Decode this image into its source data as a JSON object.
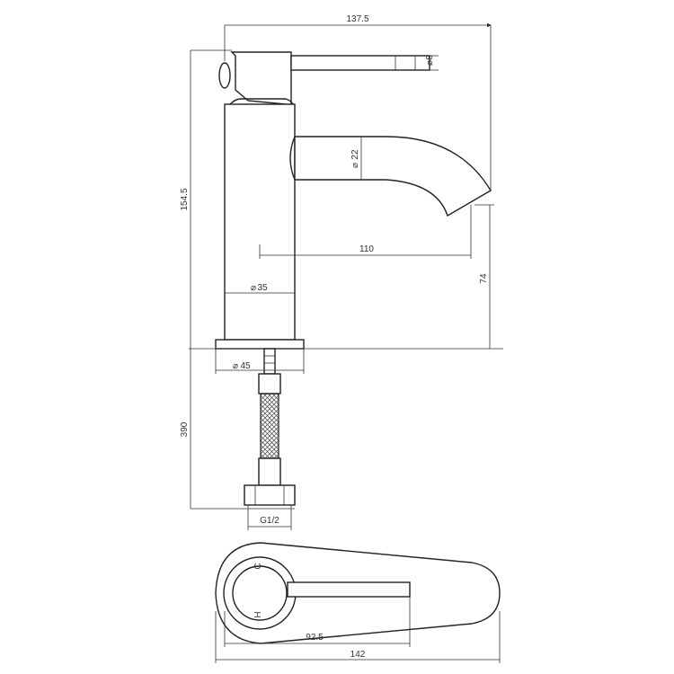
{
  "dimensions": {
    "overall_width": "137.5",
    "lever_dia": "8",
    "spout_dia": "22",
    "overall_height": "154.5",
    "spout_reach": "110",
    "spout_height": "74",
    "body_dia": "35",
    "base_dia": "45",
    "hose_length": "390",
    "thread": "G1/2",
    "plan_handle": "92.5",
    "plan_overall": "142"
  },
  "markings": {
    "cold": "C",
    "hot": "H"
  },
  "diameter_symbol": "⌀"
}
